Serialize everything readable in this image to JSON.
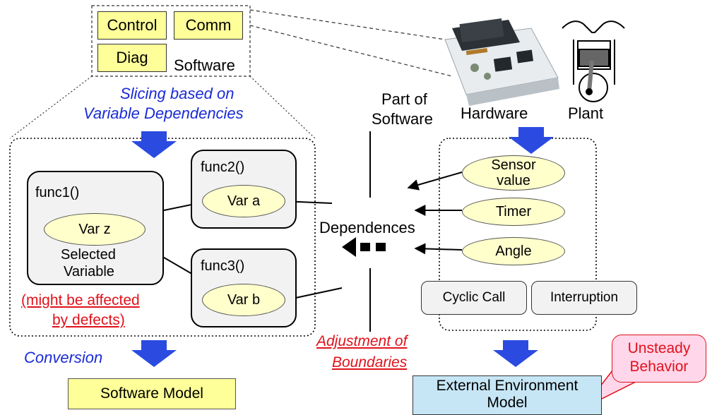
{
  "software_box": {
    "modules": [
      "Control",
      "Comm",
      "Diag"
    ],
    "label": "Software"
  },
  "slicing_caption": [
    "Slicing based on",
    "Variable Dependencies"
  ],
  "func1": {
    "title": "func1()",
    "var": "Var z",
    "note": [
      "Selected",
      "Variable"
    ]
  },
  "func2": {
    "title": "func2()",
    "var": "Var a"
  },
  "func3": {
    "title": "func3()",
    "var": "Var b"
  },
  "defect_note": [
    "(might be affected",
    "by defects)"
  ],
  "conversion_label": "Conversion",
  "software_model": "Software Model",
  "part_of_software": [
    "Part of",
    "Software"
  ],
  "dependences_label": "Dependences",
  "adjustment_label": [
    "Adjustment of",
    "Boundaries"
  ],
  "hardware_label": "Hardware",
  "plant_label": "Plant",
  "env_signals": [
    {
      "lines": [
        "Sensor",
        "value"
      ]
    },
    {
      "lines": [
        "Timer"
      ]
    },
    {
      "lines": [
        "Angle"
      ]
    }
  ],
  "env_calls": [
    "Cyclic Call",
    "Interruption"
  ],
  "external_model": [
    "External Environment",
    "Model"
  ],
  "unsteady_callout": [
    "Unsteady",
    "Behavior"
  ],
  "colors": {
    "arrow_blue": "#2b4be0",
    "caption_blue": "#1a2bd6",
    "red_text": "#e0121b",
    "module_yellow": "#ffff99",
    "ellipse_yellow": "#ffffcc",
    "model_blue": "#c6e6f5",
    "callout_pink": "#ffd6ea"
  }
}
